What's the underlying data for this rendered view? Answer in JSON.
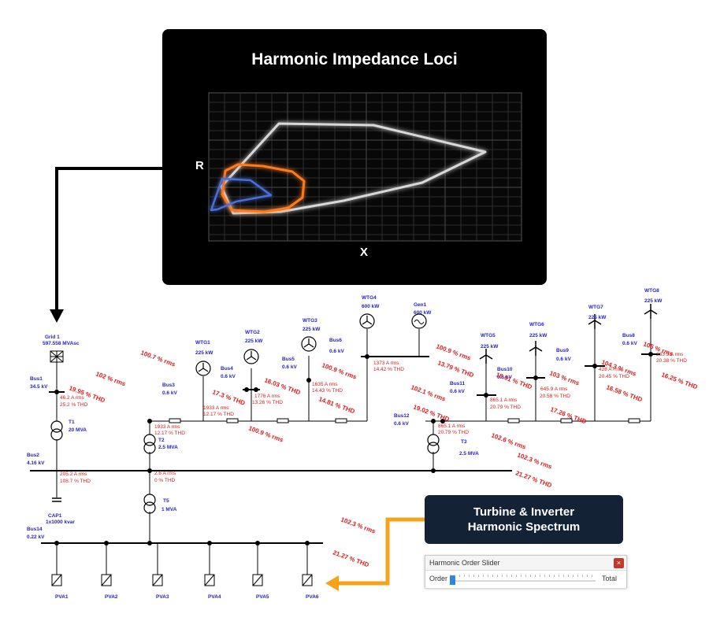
{
  "loci": {
    "title": "Harmonic Impedance Loci",
    "x_label": "X",
    "y_label": "R",
    "colors": {
      "outer": "#d8d8d8",
      "middle": "#ff7a1a",
      "inner": "#4a6fd8"
    }
  },
  "spectrum_card": {
    "line1": "Turbine & Inverter",
    "line2": "Harmonic Spectrum"
  },
  "slider": {
    "title": "Harmonic Order Slider",
    "close": "×",
    "left_label": "Order",
    "right_label": "Total",
    "position": 0
  },
  "colors": {
    "bus_label": "#1f1fd0",
    "result": "#e01b1b",
    "arrow": "#f4a31a"
  },
  "labels": [
    {
      "t": "Grid 1",
      "c": "b"
    },
    {
      "t": "597.558 MVAsc",
      "c": "b"
    },
    {
      "t": "Bus1",
      "c": "b"
    },
    {
      "t": "34.5 kV",
      "c": "b"
    },
    {
      "t": "46.2 A rms",
      "c": "r"
    },
    {
      "t": "25.2 % THD",
      "c": "r"
    },
    {
      "t": "T1",
      "c": "b"
    },
    {
      "t": "20 MVA",
      "c": "b"
    },
    {
      "t": "Bus2",
      "c": "b"
    },
    {
      "t": "4.16 kV",
      "c": "b"
    },
    {
      "t": "205.2 A rms",
      "c": "r"
    },
    {
      "t": "108.7 % THD",
      "c": "r"
    },
    {
      "t": "CAP1",
      "c": "b"
    },
    {
      "t": "1x1000 kvar",
      "c": "b"
    },
    {
      "t": "Bus14",
      "c": "b"
    },
    {
      "t": "0.22 kV",
      "c": "b"
    },
    {
      "t": "PVA1",
      "c": "b"
    },
    {
      "t": "PVA2",
      "c": "b"
    },
    {
      "t": "PVA3",
      "c": "b"
    },
    {
      "t": "PVA4",
      "c": "b"
    },
    {
      "t": "PVA5",
      "c": "b"
    },
    {
      "t": "PVA6",
      "c": "b"
    },
    {
      "t": "102 % rms",
      "c": "rr"
    },
    {
      "t": "19.95 % THD",
      "c": "rr"
    },
    {
      "t": "100.7 % rms",
      "c": "rr"
    },
    {
      "t": "WTG1",
      "c": "b"
    },
    {
      "t": "225 kW",
      "c": "b"
    },
    {
      "t": "Bus3",
      "c": "b"
    },
    {
      "t": "0.6 kV",
      "c": "b"
    },
    {
      "t": "Bus4",
      "c": "b"
    },
    {
      "t": "0.6 kV",
      "c": "b"
    },
    {
      "t": "1933 A rms",
      "c": "r"
    },
    {
      "t": "12.17 % THD",
      "c": "r"
    },
    {
      "t": "1933 A rms",
      "c": "r"
    },
    {
      "t": "12.17 % THD",
      "c": "r"
    },
    {
      "t": "T2",
      "c": "b"
    },
    {
      "t": "2.5 MVA",
      "c": "b"
    },
    {
      "t": "2.6 A rms",
      "c": "r"
    },
    {
      "t": "0 % THD",
      "c": "r"
    },
    {
      "t": "T5",
      "c": "b"
    },
    {
      "t": "1 MVA",
      "c": "b"
    },
    {
      "t": "17.3 % THD",
      "c": "rr"
    },
    {
      "t": "WTG2",
      "c": "b"
    },
    {
      "t": "225 kW",
      "c": "b"
    },
    {
      "t": "1776 A rms",
      "c": "r"
    },
    {
      "t": "13.26 % THD",
      "c": "r"
    },
    {
      "t": "16.03 % THD",
      "c": "rr"
    },
    {
      "t": "100.9 % rms",
      "c": "rr"
    },
    {
      "t": "WTG3",
      "c": "b"
    },
    {
      "t": "225 kW",
      "c": "b"
    },
    {
      "t": "Bus5",
      "c": "b"
    },
    {
      "t": "0.6 kV",
      "c": "b"
    },
    {
      "t": "1635 A rms",
      "c": "r"
    },
    {
      "t": "14.43 % THD",
      "c": "r"
    },
    {
      "t": "Bus6",
      "c": "b"
    },
    {
      "t": "0.6 kV",
      "c": "b"
    },
    {
      "t": "100.9 % rms",
      "c": "rr"
    },
    {
      "t": "14.81 % THD",
      "c": "rr"
    },
    {
      "t": "WTG4",
      "c": "b"
    },
    {
      "t": "600 kW",
      "c": "b"
    },
    {
      "t": "1373 A rms",
      "c": "r"
    },
    {
      "t": "14.42 % THD",
      "c": "r"
    },
    {
      "t": "Gen1",
      "c": "b"
    },
    {
      "t": "600 kW",
      "c": "b"
    },
    {
      "t": "100.9 % rms",
      "c": "rr"
    },
    {
      "t": "13.79 % THD",
      "c": "rr"
    },
    {
      "t": "WTG5",
      "c": "b"
    },
    {
      "t": "225 kW",
      "c": "b"
    },
    {
      "t": "WTG6",
      "c": "b"
    },
    {
      "t": "225 kW",
      "c": "b"
    },
    {
      "t": "WTG7",
      "c": "b"
    },
    {
      "t": "225 kW",
      "c": "b"
    },
    {
      "t": "WTG8",
      "c": "b"
    },
    {
      "t": "225 kW",
      "c": "b"
    },
    {
      "t": "Bus8",
      "c": "b"
    },
    {
      "t": "0.6 kV",
      "c": "b"
    },
    {
      "t": "Bus9",
      "c": "b"
    },
    {
      "t": "0.6 kV",
      "c": "b"
    },
    {
      "t": "Bus10",
      "c": "b"
    },
    {
      "t": "0.6 kV",
      "c": "b"
    },
    {
      "t": "Bus11",
      "c": "b"
    },
    {
      "t": "0.6 kV",
      "c": "b"
    },
    {
      "t": "Bus12",
      "c": "b"
    },
    {
      "t": "0.6 kV",
      "c": "b"
    },
    {
      "t": "102.1 % rms",
      "c": "rr"
    },
    {
      "t": "19.02 % THD",
      "c": "rr"
    },
    {
      "t": "865.1 A rms",
      "c": "r"
    },
    {
      "t": "20.79 % THD",
      "c": "r"
    },
    {
      "t": "18.01 % THD",
      "c": "rr"
    },
    {
      "t": "865.1 A rms",
      "c": "r"
    },
    {
      "t": "20.79 % THD",
      "c": "r"
    },
    {
      "t": "103 % rms",
      "c": "rr"
    },
    {
      "t": "645.9 A rms",
      "c": "r"
    },
    {
      "t": "20.58 % THD",
      "c": "r"
    },
    {
      "t": "17.26 % THD",
      "c": "rr"
    },
    {
      "t": "104.3 % rms",
      "c": "rr"
    },
    {
      "t": "428 A rms",
      "c": "r"
    },
    {
      "t": "20.45 % THD",
      "c": "r"
    },
    {
      "t": "16.58 % THD",
      "c": "rr"
    },
    {
      "t": "105 % rms",
      "c": "rr"
    },
    {
      "t": "233.3 A rms",
      "c": "r"
    },
    {
      "t": "20.38 % THD",
      "c": "r"
    },
    {
      "t": "16.25 % THD",
      "c": "rr"
    },
    {
      "t": "T3",
      "c": "b"
    },
    {
      "t": "2.5 MVA",
      "c": "b"
    },
    {
      "t": "102.6 % rms",
      "c": "rr"
    },
    {
      "t": "102.3 % rms",
      "c": "rr"
    },
    {
      "t": "21.27 % THD",
      "c": "rr"
    },
    {
      "t": "102.3 % rms",
      "c": "rr"
    },
    {
      "t": "21.27 % THD",
      "c": "rr"
    }
  ]
}
